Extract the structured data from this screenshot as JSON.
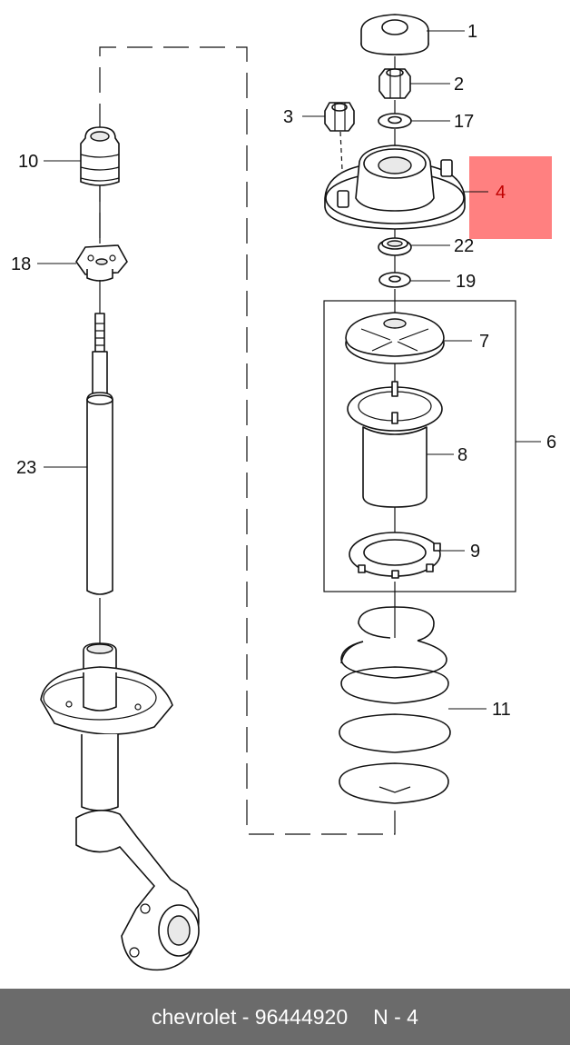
{
  "highlight_color": "#ff8080",
  "callouts": [
    {
      "id": "1",
      "label": "1"
    },
    {
      "id": "2",
      "label": "2"
    },
    {
      "id": "3",
      "label": "3"
    },
    {
      "id": "17",
      "label": "17"
    },
    {
      "id": "4",
      "label": "4"
    },
    {
      "id": "10",
      "label": "10"
    },
    {
      "id": "22",
      "label": "22"
    },
    {
      "id": "18",
      "label": "18"
    },
    {
      "id": "19",
      "label": "19"
    },
    {
      "id": "7",
      "label": "7"
    },
    {
      "id": "6",
      "label": "6"
    },
    {
      "id": "8",
      "label": "8"
    },
    {
      "id": "23",
      "label": "23"
    },
    {
      "id": "9",
      "label": "9"
    },
    {
      "id": "11",
      "label": "11"
    }
  ],
  "footer": {
    "brand_part": "chevrolet - 96444920",
    "ref": "N - 4"
  }
}
